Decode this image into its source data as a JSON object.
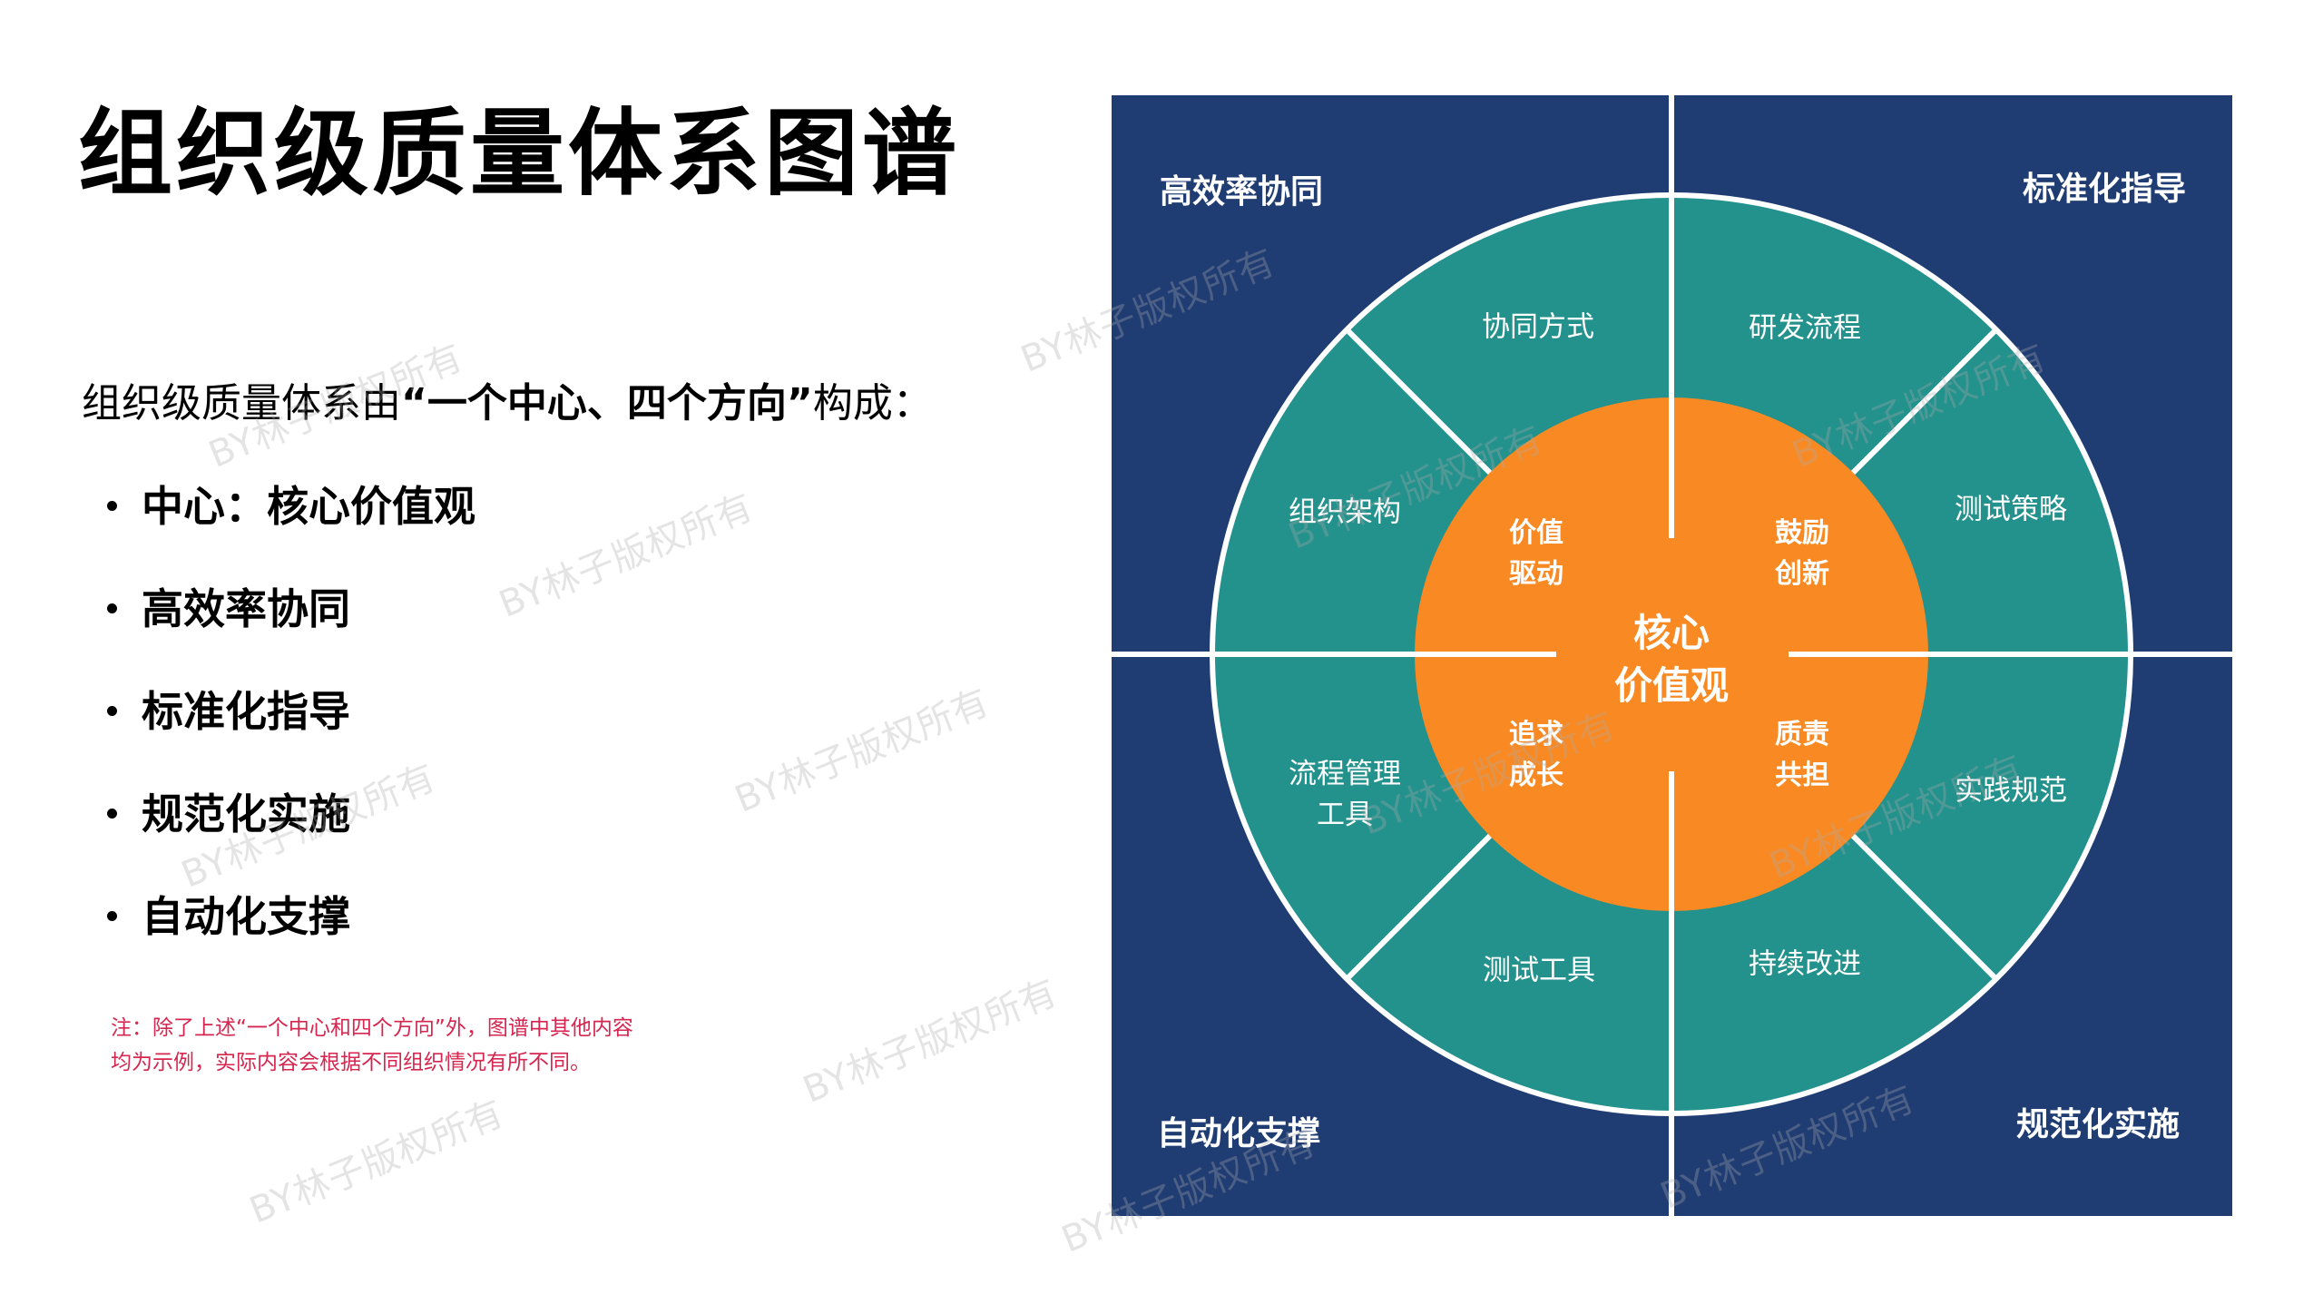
{
  "title": "组织级质量体系图谱",
  "intro": {
    "prefix": "组织级质量体系由",
    "highlight": "“一个中心、四个方向”",
    "suffix": "构成："
  },
  "bullets": [
    {
      "label": "中心：核心价值观"
    },
    {
      "label": "高效率协同"
    },
    {
      "label": "标准化指导"
    },
    {
      "label": "规范化实施"
    },
    {
      "label": "自动化支撑"
    }
  ],
  "note": {
    "line1": "注：除了上述“一个中心和四个方向”外，图谱中其他内容",
    "line2": "均为示例，实际内容会根据不同组织情况有所不同。",
    "color": "#d6264f"
  },
  "diagram": {
    "colors": {
      "panel": "#1f3c73",
      "ring": "#23918c",
      "core": "#f98a23",
      "divider": "#ffffff"
    },
    "quadrants": {
      "top_left": "高效率协同",
      "top_right": "标准化指导",
      "bottom_left": "自动化支撑",
      "bottom_right": "规范化实施"
    },
    "ring_segments": {
      "top_left_upper": "协同方式",
      "top_left_lower": "组织架构",
      "top_right_upper": "研发流程",
      "top_right_lower": "测试策略",
      "bottom_left_upper_l1": "流程管理",
      "bottom_left_upper_l2": "工具",
      "bottom_left_lower": "测试工具",
      "bottom_right_upper": "实践规范",
      "bottom_right_lower": "持续改进"
    },
    "core_values": {
      "top_left": [
        "价值",
        "驱动"
      ],
      "top_right": [
        "鼓励",
        "创新"
      ],
      "bottom_left": [
        "追求",
        "成长"
      ],
      "bottom_right": [
        "质责",
        "共担"
      ]
    },
    "center": [
      "核心",
      "价值观"
    ]
  },
  "watermark": "BY林子版权所有"
}
